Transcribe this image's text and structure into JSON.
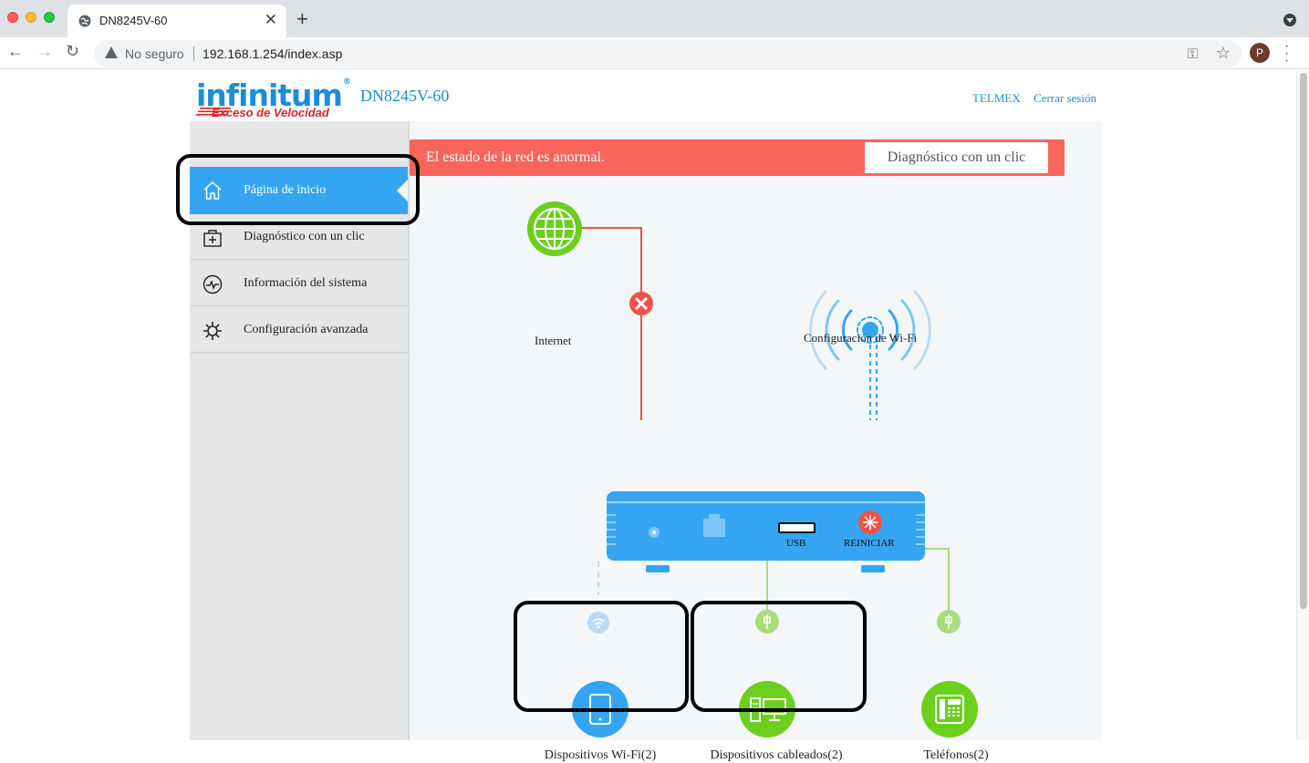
{
  "browser": {
    "tab_title": "DN8245V-60",
    "security_label": "No seguro",
    "url": "192.168.1.254/index.asp",
    "profile_initial": "P"
  },
  "header": {
    "logo_text": "infinitum",
    "logo_reg": "®",
    "logo_tagline": "Exceso de Velocidad",
    "model": "DN8245V-60",
    "links": [
      "TELMEX",
      "Cerrar sesión"
    ]
  },
  "sidebar": {
    "items": [
      {
        "label": "Página de inicio",
        "icon": "home-icon",
        "active": true
      },
      {
        "label": "Diagnóstico con un clic",
        "icon": "medkit-icon",
        "active": false
      },
      {
        "label": "Información del sistema",
        "icon": "pulse-icon",
        "active": false
      },
      {
        "label": "Configuración avanzada",
        "icon": "gear-icon",
        "active": false
      }
    ]
  },
  "banner": {
    "message": "El estado de la red es anormal.",
    "button": "Diagnóstico con un clic"
  },
  "diagram": {
    "internet_label": "Internet",
    "wifi_label": "Configuración de Wi-Fi",
    "usb_label": "USB",
    "reset_label": "REINICIAR",
    "devices": [
      {
        "label": "Dispositivos Wi-Fi(2)",
        "icon": "tablet-icon"
      },
      {
        "label": "Dispositivos cableados(2)",
        "icon": "desktop-icon"
      },
      {
        "label": "Teléfonos(2)",
        "icon": "phone-icon"
      }
    ],
    "colors": {
      "error": "#f2514a",
      "wifi": "#35a5f2",
      "wired": "#6ccf1d",
      "banner": "#f9655a"
    }
  }
}
